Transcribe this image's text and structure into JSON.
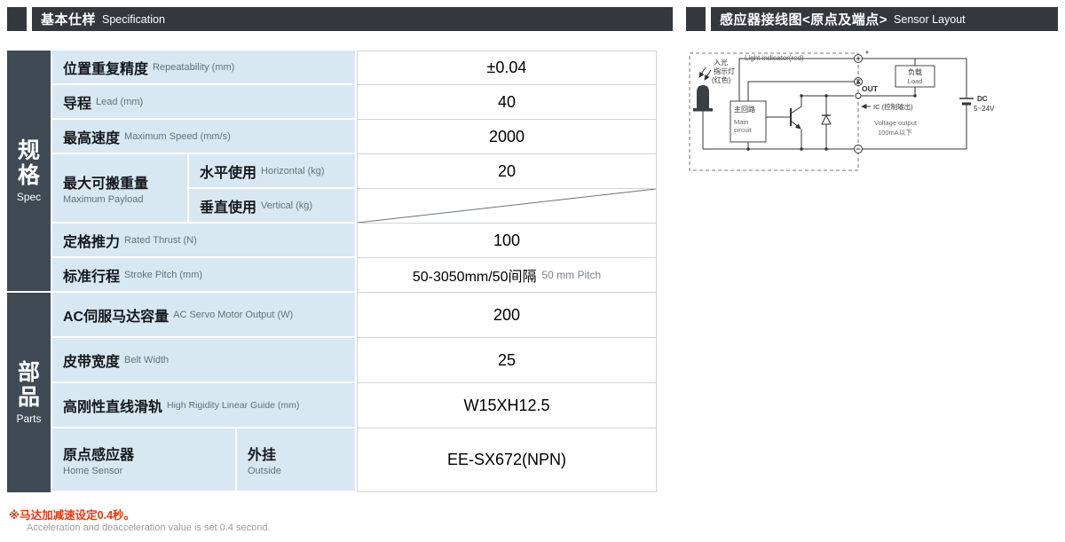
{
  "headers": {
    "spec": {
      "cn": "基本仕样",
      "en": "Specification"
    },
    "sensor": {
      "cn": "感应器接线图<原点及端点>",
      "en": "Sensor Layout"
    }
  },
  "table": {
    "groups": [
      {
        "cn": "规格",
        "en": "Spec"
      },
      {
        "cn": "部品",
        "en": "Parts"
      }
    ],
    "rows": {
      "repeatability": {
        "cn": "位置重复精度",
        "en": "Repeatability (mm)",
        "value": "±0.04"
      },
      "lead": {
        "cn": "导程",
        "en": "Lead (mm)",
        "value": "40"
      },
      "max_speed": {
        "cn": "最高速度",
        "en": "Maximum Speed (mm/s)",
        "value": "2000"
      },
      "payload": {
        "cn": "最大可搬重量",
        "en": "Maximum Payload",
        "horizontal": {
          "cn": "水平使用",
          "en": "Horizontal (kg)",
          "value": "20"
        },
        "vertical": {
          "cn": "垂直使用",
          "en": "Vertical (kg)",
          "value": ""
        }
      },
      "thrust": {
        "cn": "定格推力",
        "en": "Rated Thrust (N)",
        "value": "100"
      },
      "stroke": {
        "cn": "标准行程",
        "en": "Stroke Pitch (mm)",
        "value": "50-3050mm/50间隔",
        "value_note": "50 mm Pitch"
      },
      "motor": {
        "cn": "AC伺服马达容量",
        "en": "AC Servo Motor Output (W)",
        "value": "200"
      },
      "belt": {
        "cn": "皮带宽度",
        "en": "Belt Width",
        "value": "25"
      },
      "guide": {
        "cn": "高刚性直线滑轨",
        "en": "High Rigidity Linear Guide (mm)",
        "value": "W15XH12.5"
      },
      "home_sensor": {
        "cn": "原点感应器",
        "en": "Home Sensor",
        "sub_cn": "外挂",
        "sub_en": "Outside",
        "value": "EE-SX672(NPN)"
      }
    }
  },
  "diagram": {
    "light_indicator_en": "Light indicator(red)",
    "light_label_1": "入光",
    "light_label_2": "指示灯",
    "light_label_3": "(红色)",
    "main_circuit_cn": "主回路",
    "main_circuit_en_1": "Main",
    "main_circuit_en_2": "circuit",
    "out": "OUT",
    "ic_note": "IC (控制输出)",
    "voltage_output": "Voltage output",
    "current_note": "100mA以下",
    "load_cn": "负载",
    "load_en": "Load",
    "dc": "DC",
    "dc_range": "5~24V",
    "asterisk": "*"
  },
  "notes": {
    "cn": "※马达加减速设定0.4秒。",
    "en": "Acceleration and deacceleration value is set 0.4 second."
  },
  "colors": {
    "header_bg": "#33383e",
    "sidebar_bg": "#3f4a55",
    "label_cell_bg": "#d8e8f3",
    "note_red": "#e8380d"
  }
}
